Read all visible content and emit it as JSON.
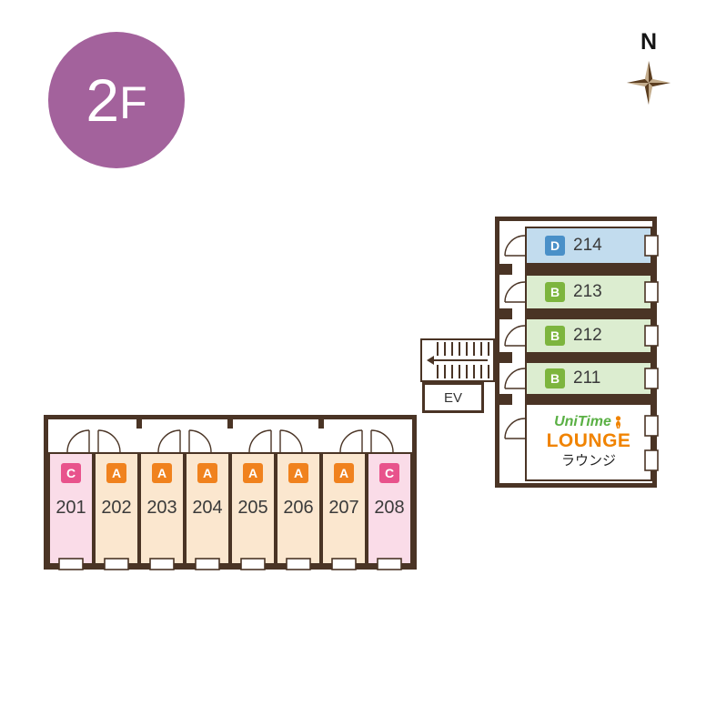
{
  "floor_badge": {
    "number": "2",
    "suffix": "F"
  },
  "compass": {
    "label": "N"
  },
  "elevator": {
    "label": "EV"
  },
  "lounge": {
    "brand": "UniTime",
    "title": "LOUNGE",
    "subtitle": "ラウンジ"
  },
  "right_wing_rooms": [
    {
      "type": "D",
      "number": "214"
    },
    {
      "type": "B",
      "number": "213"
    },
    {
      "type": "B",
      "number": "212"
    },
    {
      "type": "B",
      "number": "211"
    }
  ],
  "bottom_wing_rooms": [
    {
      "type": "C",
      "number": "201"
    },
    {
      "type": "A",
      "number": "202"
    },
    {
      "type": "A",
      "number": "203"
    },
    {
      "type": "A",
      "number": "204"
    },
    {
      "type": "A",
      "number": "205"
    },
    {
      "type": "A",
      "number": "206"
    },
    {
      "type": "A",
      "number": "207"
    },
    {
      "type": "C",
      "number": "208"
    }
  ],
  "colors": {
    "wall": "#4a3425",
    "floor_badge_bg": "#a3629c",
    "type_a": {
      "badge": "#f0821e",
      "fill": "#fbe7cf"
    },
    "type_b": {
      "badge": "#7db53e",
      "fill": "#dcedd0"
    },
    "type_c": {
      "badge": "#e8538c",
      "fill": "#fadce8"
    },
    "type_d": {
      "badge": "#4a90c8",
      "fill": "#c2dcee"
    },
    "lounge_brand_green": "#5ab044",
    "lounge_orange": "#f08300"
  }
}
